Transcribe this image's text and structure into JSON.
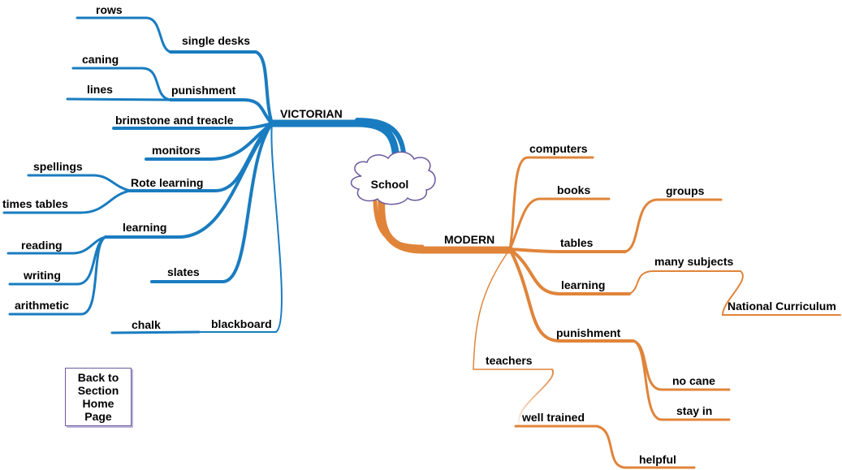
{
  "colors": {
    "victorian": "#1a7cc0",
    "modern": "#e0843a",
    "cloud_stroke": "#6b5a9e"
  },
  "center": {
    "label": "School"
  },
  "victorian": {
    "label": "VICTORIAN",
    "branches": {
      "single_desks": {
        "label": "single desks",
        "children": {
          "rows": "rows"
        }
      },
      "punishment": {
        "label": "punishment",
        "children": {
          "caning": "caning",
          "lines": "lines"
        }
      },
      "brimstone": {
        "label": "brimstone and treacle"
      },
      "monitors": {
        "label": "monitors"
      },
      "rote_learning": {
        "label": "Rote learning",
        "children": {
          "spellings": "spellings",
          "times_tables": "times tables"
        }
      },
      "learning": {
        "label": "learning",
        "children": {
          "reading": "reading",
          "writing": "writing",
          "arithmetic": "arithmetic"
        }
      },
      "slates": {
        "label": "slates"
      },
      "blackboard": {
        "label": "blackboard",
        "children": {
          "chalk": "chalk"
        }
      }
    }
  },
  "modern": {
    "label": "MODERN",
    "branches": {
      "computers": {
        "label": "computers"
      },
      "books": {
        "label": "books"
      },
      "tables": {
        "label": "tables",
        "children": {
          "groups": "groups"
        }
      },
      "learning": {
        "label": "learning",
        "children": {
          "many_subjects": "many subjects",
          "national_curriculum": "National Curriculum"
        }
      },
      "punishment": {
        "label": "punishment",
        "children": {
          "no_cane": "no cane",
          "stay_in": "stay in"
        }
      },
      "teachers": {
        "label": "teachers",
        "children": {
          "well_trained": "well trained",
          "helpful": "helpful"
        }
      }
    }
  },
  "back_button": {
    "label": "Back to\nSection\nHome\nPage"
  }
}
